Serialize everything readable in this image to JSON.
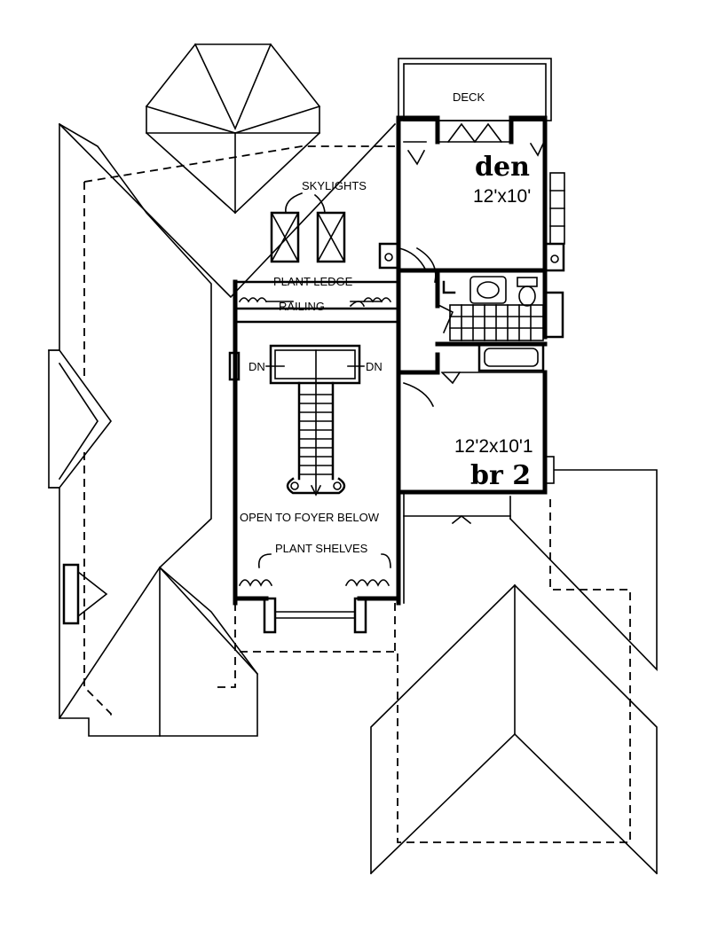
{
  "plan": {
    "labels": {
      "deck": "DECK",
      "skylights": "SKYLIGHTS",
      "plant_ledge": "PLANT LEDGE",
      "railing": "RAILING",
      "dn_left": "DN",
      "dn_right": "DN",
      "open_to_foyer": "OPEN TO FOYER BELOW",
      "plant_shelves": "PLANT SHELVES"
    },
    "rooms": {
      "den": {
        "name": "den",
        "dims": "12'x10'"
      },
      "br2": {
        "name": "br 2",
        "dims": "12'2x10'1"
      }
    }
  }
}
